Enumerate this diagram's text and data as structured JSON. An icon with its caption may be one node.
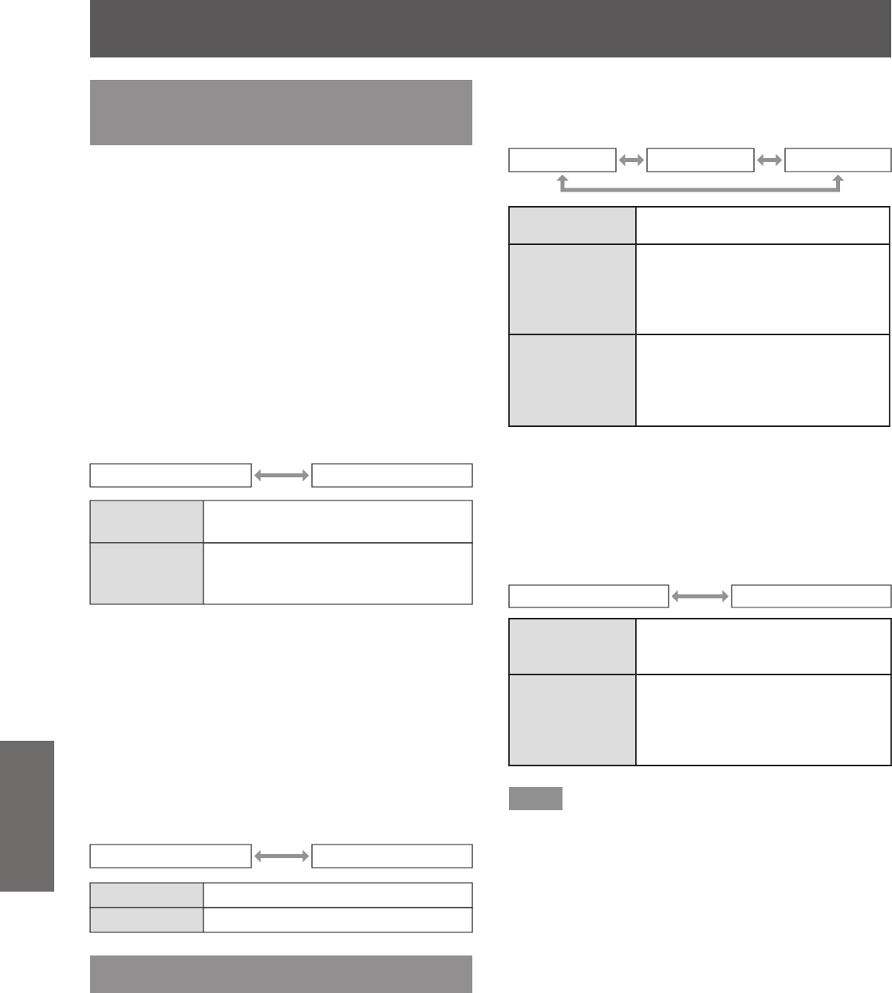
{
  "diagram": {
    "nodes": [
      {
        "text": [],
        "shape": "box"
      },
      {
        "text": [],
        "shape": "box"
      },
      {
        "text": [],
        "shape": "box"
      },
      {
        "text": [],
        "shape": "box"
      },
      {
        "text": [],
        "shape": "box"
      },
      {
        "text": [],
        "shape": "box"
      },
      {
        "text": [],
        "shape": "box"
      },
      {
        "text": [],
        "shape": "box"
      },
      {
        "text": [],
        "shape": "box"
      }
    ],
    "edges": [
      {
        "from": 0,
        "to": 1,
        "arrow": "both"
      },
      {
        "from": 2,
        "to": 3,
        "arrow": "both"
      },
      {
        "from": 4,
        "to": 5,
        "arrow": "both"
      },
      {
        "from": 5,
        "to": 6,
        "arrow": "both"
      },
      {
        "from": 4,
        "to": 6,
        "arrow": "both"
      },
      {
        "from": 7,
        "to": 8,
        "arrow": "both"
      }
    ]
  }
}
